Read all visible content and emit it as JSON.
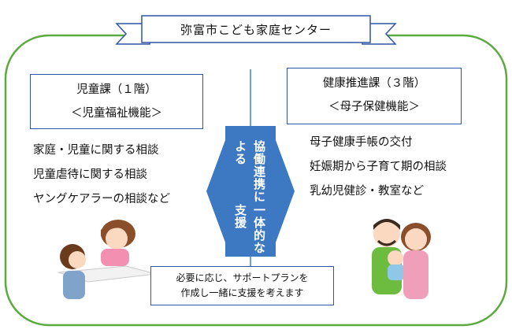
{
  "title": "弥富市こども家庭センター",
  "left_department": {
    "name": "児童課（１階）",
    "function": "＜児童福祉機能＞",
    "duties": [
      "家庭・児童に関する相談",
      "児童虐待に関する相談",
      "ヤングケアラーの相談など"
    ]
  },
  "right_department": {
    "name": "健康推進課（３階）",
    "function": "＜母子保健機能＞",
    "duties": [
      "母子健康手帳の交付",
      "妊娠期から子育て期の相談",
      "乳幼児健診・教室など"
    ]
  },
  "center_arrow": {
    "lines": [
      "協働連携による",
      "一体的な支援"
    ]
  },
  "bottom_box": {
    "lines": [
      "必要に応じ、サポートプランを",
      "作成し一緒に支援を考えます"
    ]
  },
  "colors": {
    "frame_green": "#5aaa3f",
    "box_blue": "#2f55a4",
    "arrow_blue": "#3d78c2",
    "line_blue": "#6f9fd6"
  }
}
